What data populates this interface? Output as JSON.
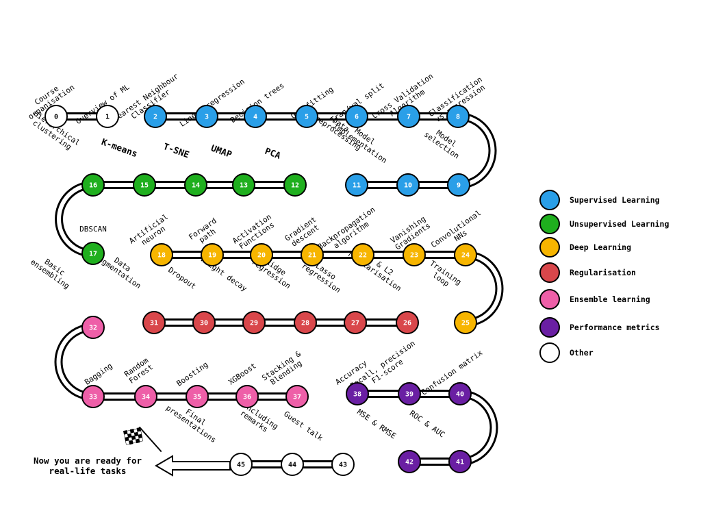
{
  "colors": {
    "supervised": "#2A9FE8",
    "unsupervised": "#1FAF1E",
    "deep": "#F7B500",
    "regularisation": "#D9474B",
    "ensemble": "#EE5FA8",
    "performance": "#6A1FA3",
    "other": "#FFFFFF"
  },
  "nodes": [
    {
      "id": "0",
      "cat": "other",
      "label": [
        "Course",
        "organisation"
      ]
    },
    {
      "id": "1",
      "cat": "other",
      "label": [
        "Overview of ML"
      ]
    },
    {
      "id": "2",
      "cat": "supervised",
      "label": [
        "Nearest Neighbour",
        "Classifier"
      ]
    },
    {
      "id": "3",
      "cat": "supervised",
      "label": [
        "Linear regression"
      ]
    },
    {
      "id": "4",
      "cat": "supervised",
      "label": [
        "Decision trees"
      ]
    },
    {
      "id": "5",
      "cat": "supervised",
      "label": [
        "Overfitting"
      ]
    },
    {
      "id": "6",
      "cat": "supervised",
      "label": [
        "Tran/val split"
      ]
    },
    {
      "id": "7",
      "cat": "supervised",
      "label": [
        "Cross Validation",
        "Algorithm"
      ]
    },
    {
      "id": "8",
      "cat": "supervised",
      "label": [
        "Classification",
        "vs regression"
      ]
    },
    {
      "id": "9",
      "cat": "supervised",
      "label": [
        "Model",
        "selection"
      ]
    },
    {
      "id": "10",
      "cat": "supervised",
      "label": [
        "Model",
        "implementation"
      ]
    },
    {
      "id": "11",
      "cat": "supervised",
      "label": [
        "Data",
        "preprocessing"
      ]
    },
    {
      "id": "12",
      "cat": "unsupervised",
      "label": [
        "PCA"
      ]
    },
    {
      "id": "13",
      "cat": "unsupervised",
      "label": [
        "UMAP"
      ]
    },
    {
      "id": "14",
      "cat": "unsupervised",
      "label": [
        "T-SNE"
      ]
    },
    {
      "id": "15",
      "cat": "unsupervised",
      "label": [
        "K-means"
      ]
    },
    {
      "id": "16",
      "cat": "unsupervised",
      "label": [
        "Hierarchical",
        "clustering"
      ]
    },
    {
      "id": "17",
      "cat": "unsupervised",
      "label": [
        "DBSCAN"
      ]
    },
    {
      "id": "18",
      "cat": "deep",
      "label": [
        "Artificial",
        "neuron"
      ]
    },
    {
      "id": "19",
      "cat": "deep",
      "label": [
        "Forward",
        "path"
      ]
    },
    {
      "id": "20",
      "cat": "deep",
      "label": [
        "Activation",
        "Functions"
      ]
    },
    {
      "id": "21",
      "cat": "deep",
      "label": [
        "Gradient",
        "descent"
      ]
    },
    {
      "id": "22",
      "cat": "deep",
      "label": [
        "Backpropagation",
        "algorithm"
      ]
    },
    {
      "id": "23",
      "cat": "deep",
      "label": [
        "Vanishing",
        "Gradients"
      ]
    },
    {
      "id": "24",
      "cat": "deep",
      "label": [
        "Convolutional",
        "NNs"
      ]
    },
    {
      "id": "25",
      "cat": "deep",
      "label": [
        "Training",
        "loop"
      ]
    },
    {
      "id": "26",
      "cat": "regularisation",
      "label": [
        "L1 & L2",
        "regularisation"
      ]
    },
    {
      "id": "27",
      "cat": "regularisation",
      "label": [
        "Lasso",
        "regression"
      ]
    },
    {
      "id": "28",
      "cat": "regularisation",
      "label": [
        "Ridge",
        "regression"
      ]
    },
    {
      "id": "29",
      "cat": "regularisation",
      "label": [
        "Weight decay"
      ]
    },
    {
      "id": "30",
      "cat": "regularisation",
      "label": [
        "Dropout"
      ]
    },
    {
      "id": "31",
      "cat": "regularisation",
      "label": [
        "Data",
        "augmentation"
      ]
    },
    {
      "id": "32",
      "cat": "ensemble",
      "label": [
        "Basic",
        "ensembling"
      ]
    },
    {
      "id": "33",
      "cat": "ensemble",
      "label": [
        "Bagging"
      ]
    },
    {
      "id": "34",
      "cat": "ensemble",
      "label": [
        "Random",
        "Forest"
      ]
    },
    {
      "id": "35",
      "cat": "ensemble",
      "label": [
        "Boosting"
      ]
    },
    {
      "id": "36",
      "cat": "ensemble",
      "label": [
        "XGBoost"
      ]
    },
    {
      "id": "37",
      "cat": "ensemble",
      "label": [
        "Stacking &",
        "Blending"
      ]
    },
    {
      "id": "38",
      "cat": "performance",
      "label": [
        "Accuracy"
      ]
    },
    {
      "id": "39",
      "cat": "performance",
      "label": [
        "Recall, precision",
        "F1-score"
      ]
    },
    {
      "id": "40",
      "cat": "performance",
      "label": [
        "Confusion matrix"
      ]
    },
    {
      "id": "41",
      "cat": "performance",
      "label": [
        "ROC & AUC"
      ]
    },
    {
      "id": "42",
      "cat": "performance",
      "label": [
        "MSE & RMSE"
      ]
    },
    {
      "id": "43",
      "cat": "other",
      "label": [
        "Guest talk"
      ]
    },
    {
      "id": "44",
      "cat": "other",
      "label": [
        "Concluding",
        "remarks"
      ]
    },
    {
      "id": "45",
      "cat": "other",
      "label": [
        "Final",
        "presentations"
      ]
    }
  ],
  "legend": [
    {
      "cat": "supervised",
      "label": "Supervised Learning"
    },
    {
      "cat": "unsupervised",
      "label": "Unsupervised Learning"
    },
    {
      "cat": "deep",
      "label": "Deep Learning"
    },
    {
      "cat": "regularisation",
      "label": "Regularisation"
    },
    {
      "cat": "ensemble",
      "label": "Ensemble learning"
    },
    {
      "cat": "performance",
      "label": "Performance metrics"
    },
    {
      "cat": "other",
      "label": "Other"
    }
  ],
  "final_message": [
    "Now you are ready for",
    "real-life tasks"
  ],
  "icons": {
    "finish": "checkered-flag-icon",
    "arrow": "left-arrow-icon"
  }
}
